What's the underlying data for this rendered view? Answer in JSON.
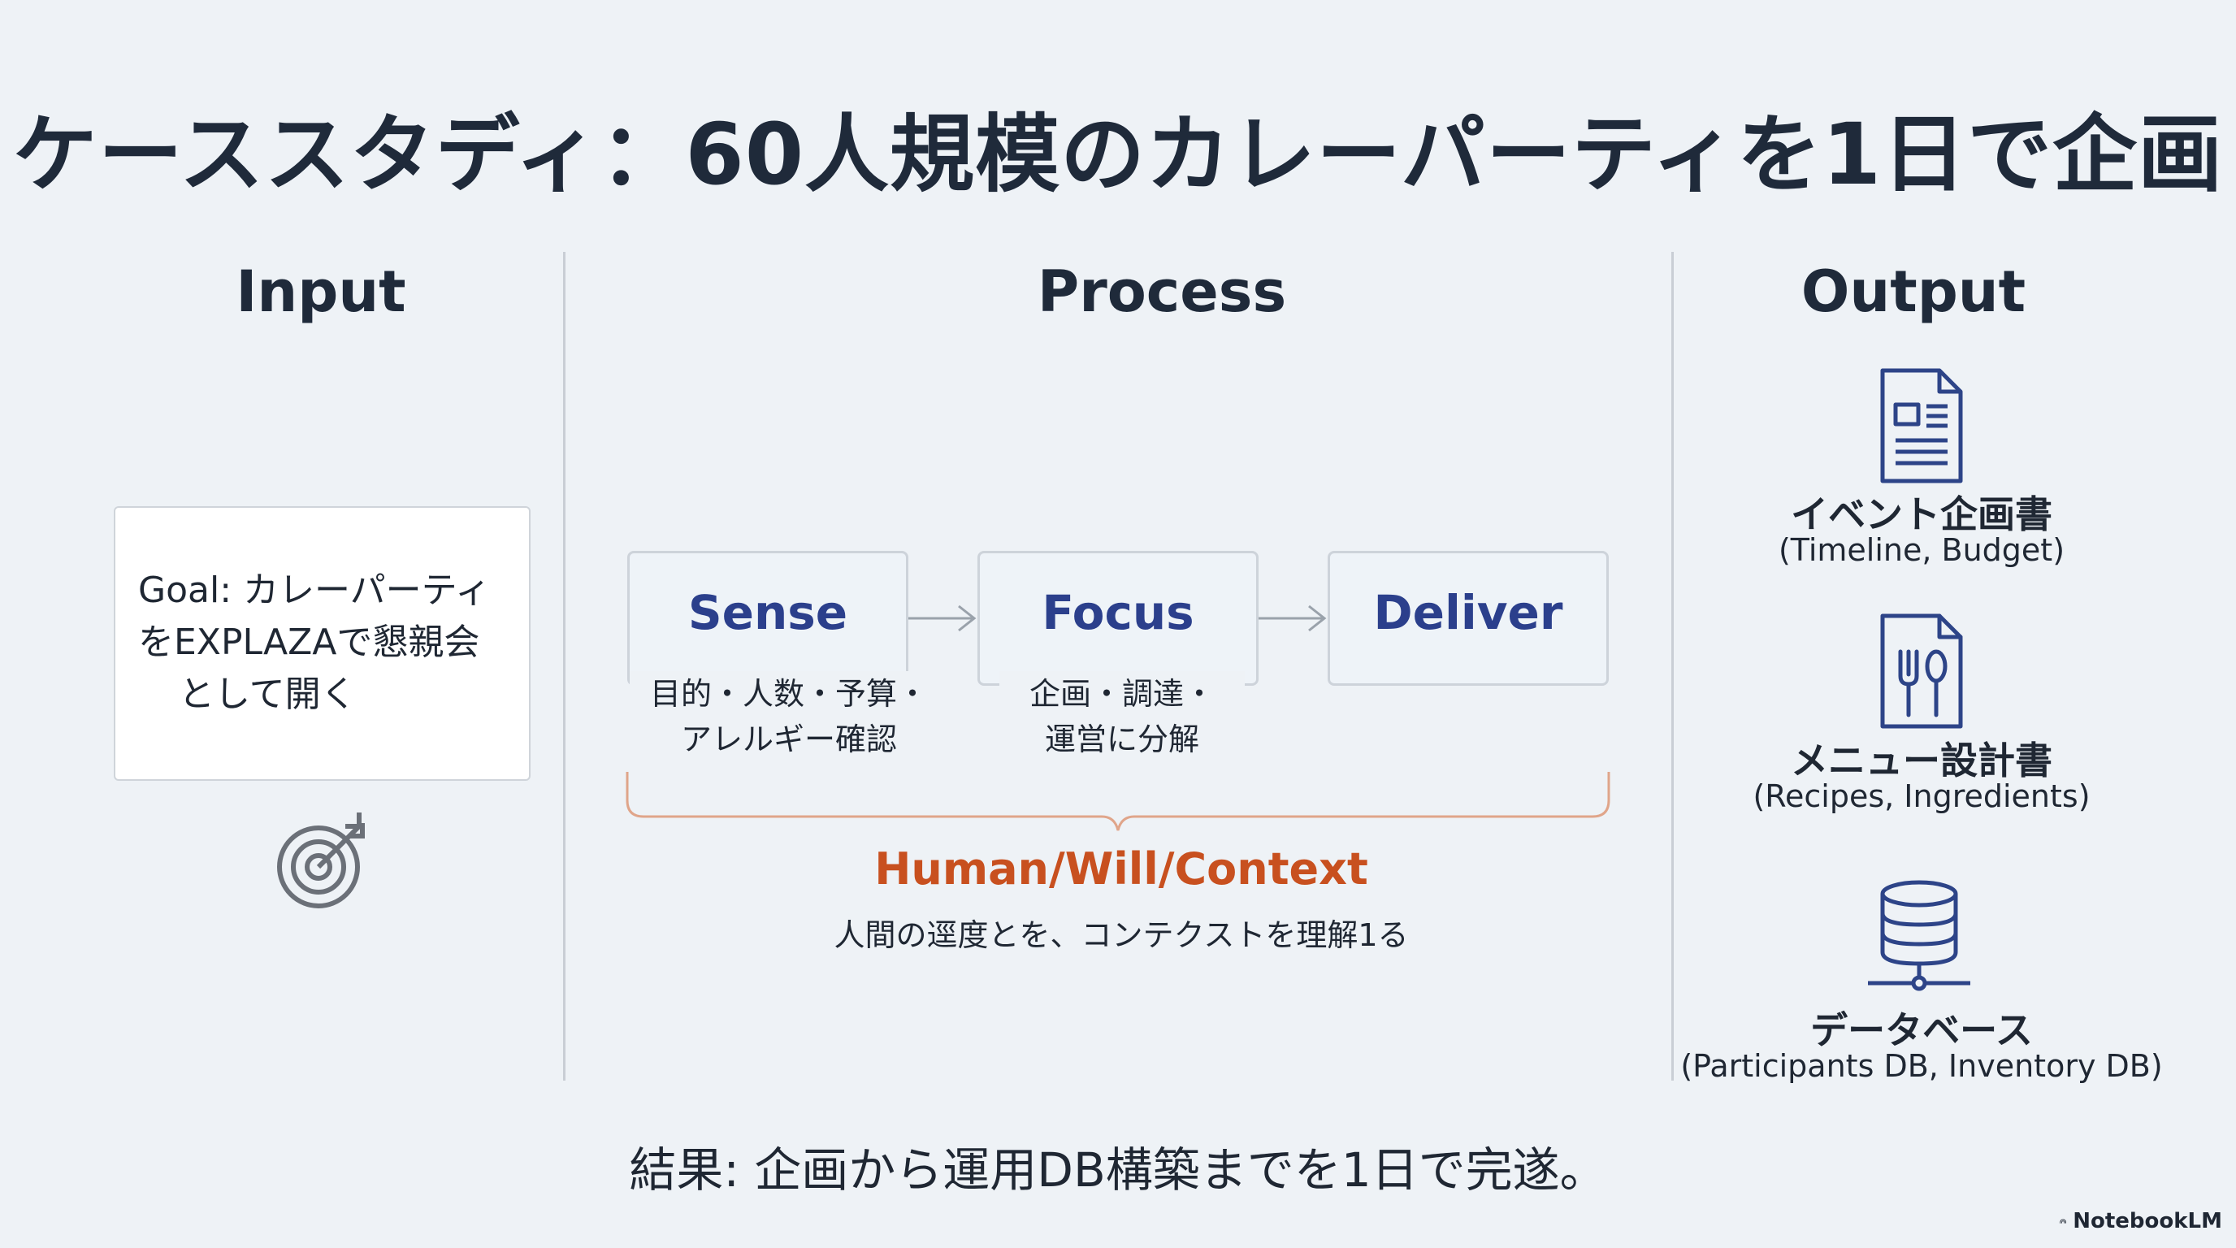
{
  "title": "ケーススタディ：60人規模のカレーパーティを1日で企画",
  "columns": {
    "input": "Input",
    "process": "Process",
    "output": "Output"
  },
  "input": {
    "goal_lines": [
      "Goal: カレーパーティ",
      "をEXPLAZAで懇親会",
      "として開く"
    ],
    "icon": "target-icon"
  },
  "process": {
    "steps": [
      {
        "label": "Sense",
        "sub_lines": [
          "目的・人数・予算・",
          "アレルギー確認"
        ]
      },
      {
        "label": "Focus",
        "sub_lines": [
          "企画・調達・",
          "運営に分解"
        ]
      },
      {
        "label": "Deliver"
      }
    ],
    "bracket_label": "Human/Will/Context",
    "bracket_sub": "人間の逕度とを、コンテクストを理解1る"
  },
  "output": {
    "items": [
      {
        "icon": "document-icon",
        "title": "イベント企画書",
        "sub": "(Timeline, Budget)"
      },
      {
        "icon": "menu-document-icon",
        "title": "メニュー設計書",
        "sub": "(Recipes, Ingredients)"
      },
      {
        "icon": "database-icon",
        "title": "データベース",
        "sub": "(Participants DB, Inventory DB)"
      }
    ]
  },
  "result": "結果: 企画から運用DB構築までを1日で完遂。",
  "brand": "NotebookLM",
  "colors": {
    "background": "#eef2f6",
    "step_label": "#2b3f8c",
    "accent_orange": "#c8501f",
    "icon_blue": "#2d4488"
  }
}
